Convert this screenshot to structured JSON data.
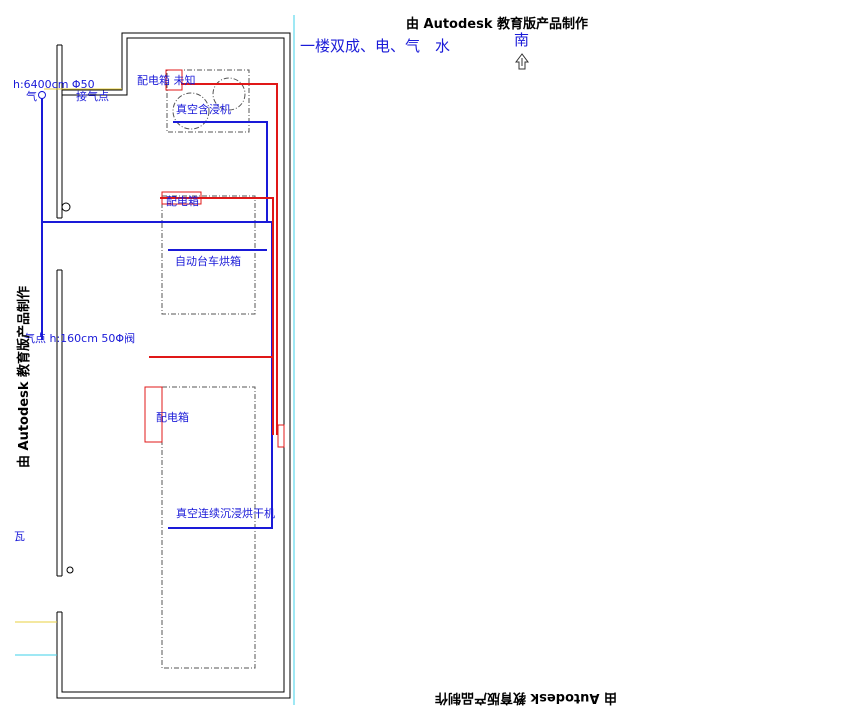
{
  "watermark": "由 Autodesk 教育版产品制作",
  "title": "一楼双成、电、气　水",
  "north_label": "南",
  "north_icon": "north-arrow-icon",
  "colors": {
    "water_pipe": "#1a1ad8",
    "power_line": "#e01818",
    "wall": "#000000",
    "grid_line": "#3fd0e8",
    "gas_line": "#e8d040",
    "equipment_outline": "#555555"
  },
  "labels": {
    "gas_inlet": "h:6400cm  Φ50",
    "gas_char": "气",
    "air_point_top": "接气点",
    "distribution_box_unknown": "配电箱 未知",
    "vacuum_impregnator": "真空含浸机",
    "distribution_box_2": "配电箱",
    "auto_cart_oven": "自动台车烘箱",
    "air_point_mid": "气点 h:160cm 50Φ阀",
    "distribution_box_3": "配电箱",
    "vacuum_dryer": "真空连续沉浸烘干机",
    "tile": "瓦"
  }
}
